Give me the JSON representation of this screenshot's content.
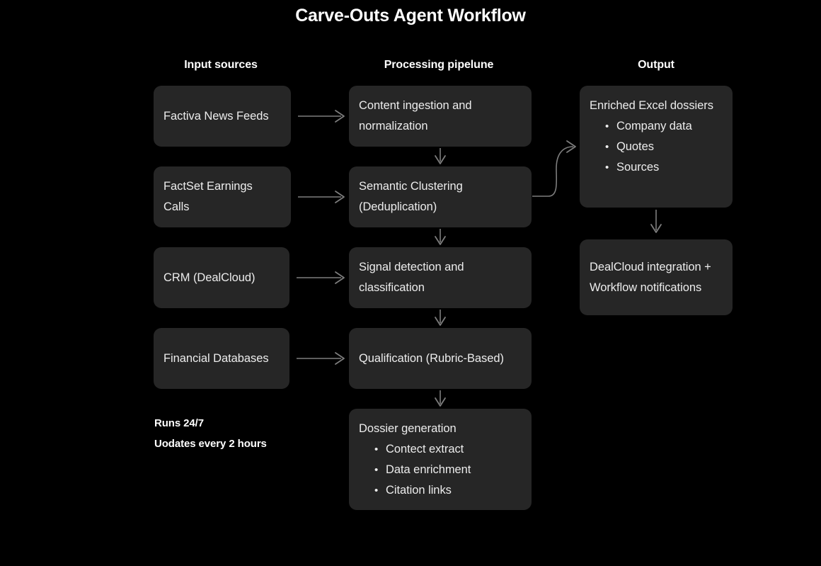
{
  "title": "Carve-Outs Agent Workflow",
  "columns": {
    "input": "Input sources",
    "processing": "Processing pipelune",
    "output": "Output"
  },
  "input_nodes": [
    {
      "label": "Factiva News Feeds"
    },
    {
      "label": "FactSet Earnings Calls"
    },
    {
      "label": "CRM (DealCloud)"
    },
    {
      "label": "Financial Databases"
    }
  ],
  "processing_nodes": [
    {
      "label": "Content ingestion and normalization"
    },
    {
      "label": "Semantic Clustering (Deduplication)"
    },
    {
      "label": "Signal detection and classification"
    },
    {
      "label": "Qualification (Rubric-Based)"
    },
    {
      "label": "Dossier generation",
      "bullets": [
        "Contect extract",
        "Data enrichment",
        "Citation links"
      ]
    }
  ],
  "output_nodes": [
    {
      "label": "Enriched Excel dossiers",
      "bullets": [
        "Company data",
        "Quotes",
        "Sources"
      ]
    },
    {
      "label": "DealCloud integration + Workflow notifications"
    }
  ],
  "footnote": {
    "line1": "Runs 24/7",
    "line2": "Uodates every 2 hours"
  },
  "colors": {
    "background": "#000000",
    "node_fill": "#262626",
    "node_text": "#ececec",
    "header_text": "#ffffff",
    "connector": "#7d7d7d"
  }
}
